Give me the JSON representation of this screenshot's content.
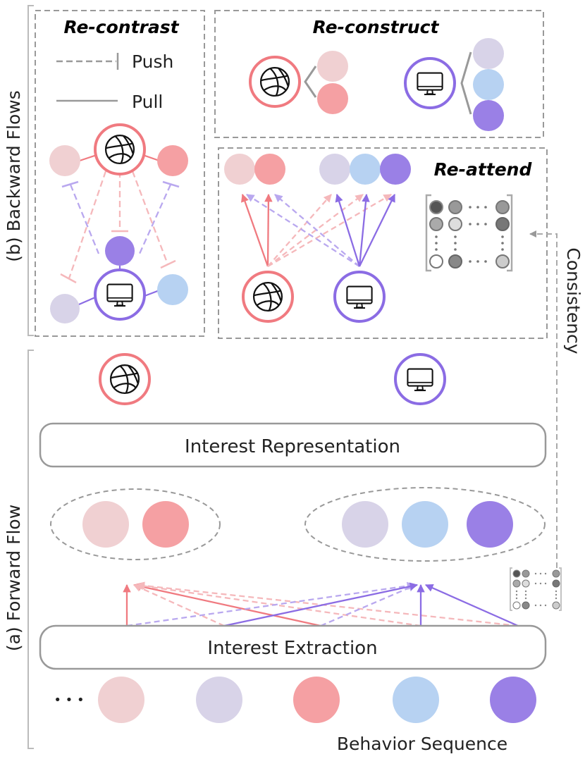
{
  "colors": {
    "red_light": "#f0d0d2",
    "red": "#f5a0a3",
    "red_stroke": "#f07a80",
    "purple_light": "#d8d3e8",
    "blue": "#b7d2f2",
    "purple": "#9a80e6",
    "purple_stroke": "#8b6ce4",
    "gray": "#999999"
  },
  "icons": {
    "sport": "basketball-icon",
    "tech": "monitor-icon"
  },
  "backward": {
    "section_label": "(b) Backward Flows",
    "recontrast": {
      "title": "Re-contrast",
      "legend_push": "Push",
      "legend_pull": "Pull"
    },
    "reconstruct": {
      "title": "Re-construct"
    },
    "reattend": {
      "title": "Re-attend"
    }
  },
  "consistency_label": "Consistency",
  "forward": {
    "section_label": "(a) Forward Flow",
    "interest_representation": "Interest Representation",
    "interest_extraction": "Interest Extraction",
    "behavior_sequence": "Behavior Sequence",
    "ellipsis": "• • •"
  }
}
